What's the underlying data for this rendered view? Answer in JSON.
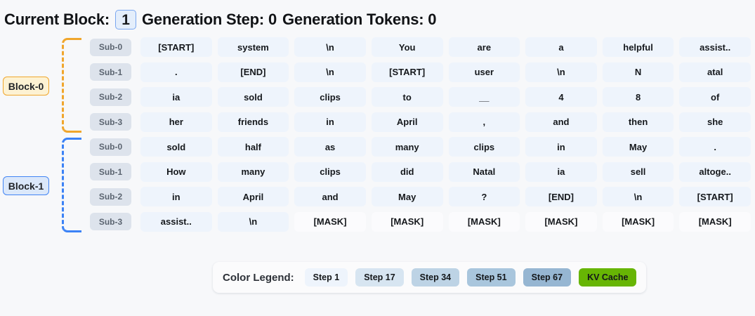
{
  "header": {
    "current_block_label": "Current Block:",
    "current_block_value": "1",
    "generation_step_label": "Generation Step: 0",
    "generation_tokens_label": "Generation Tokens: 0"
  },
  "grid": {
    "columns": 8,
    "blocks": [
      {
        "label": "Block-0",
        "accent_color": "#f0a62c",
        "badge_bg": "#fdf2d3",
        "rows": [
          {
            "sub": "Sub-0",
            "tokens": [
              "[START]",
              "system",
              "\\n",
              "You",
              "are",
              "a",
              "helpful",
              "assist.."
            ]
          },
          {
            "sub": "Sub-1",
            "tokens": [
              ".",
              "[END]",
              "\\n",
              "[START]",
              "user",
              "\\n",
              "N",
              "atal"
            ]
          },
          {
            "sub": "Sub-2",
            "tokens": [
              "ia",
              "sold",
              "clips",
              "to",
              "__",
              "4",
              "8",
              "of"
            ]
          },
          {
            "sub": "Sub-3",
            "tokens": [
              "her",
              "friends",
              "in",
              "April",
              ",",
              "and",
              "then",
              "she"
            ]
          }
        ]
      },
      {
        "label": "Block-1",
        "accent_color": "#3b82f6",
        "badge_bg": "#dbe8fa",
        "rows": [
          {
            "sub": "Sub-0",
            "tokens": [
              "sold",
              "half",
              "as",
              "many",
              "clips",
              "in",
              "May",
              "."
            ]
          },
          {
            "sub": "Sub-1",
            "tokens": [
              "How",
              "many",
              "clips",
              "did",
              "Natal",
              "ia",
              "sell",
              "altoge.."
            ]
          },
          {
            "sub": "Sub-2",
            "tokens": [
              "in",
              "April",
              "and",
              "May",
              "?",
              "[END]",
              "\\n",
              "[START]"
            ]
          },
          {
            "sub": "Sub-3",
            "tokens": [
              "assist..",
              "\\n",
              "[MASK]",
              "[MASK]",
              "[MASK]",
              "[MASK]",
              "[MASK]",
              "[MASK]"
            ]
          }
        ]
      }
    ]
  },
  "legend": {
    "title": "Color Legend:",
    "items": [
      {
        "label": "Step 1",
        "color": "#eef4fc"
      },
      {
        "label": "Step 17",
        "color": "#d7e5f1"
      },
      {
        "label": "Step 34",
        "color": "#bdd3e5"
      },
      {
        "label": "Step 51",
        "color": "#a9c6dd"
      },
      {
        "label": "Step 67",
        "color": "#96b6d2"
      },
      {
        "label": "KV Cache",
        "color": "#67b504"
      }
    ]
  },
  "colors": {
    "cell_bg": "#eef4fc",
    "mask_bg": "#fbfbfd",
    "sub_chip_bg": "#dde3ec",
    "page_bg": "#f7f8fa"
  }
}
